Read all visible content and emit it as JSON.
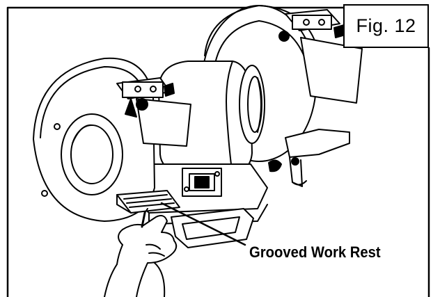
{
  "figure": {
    "label": "Fig. 12",
    "callout": "Grooved Work Rest"
  },
  "colors": {
    "ink": "#000000",
    "paper": "#ffffff"
  },
  "icons": {
    "illustration": "bench-grinder-line-drawing"
  }
}
